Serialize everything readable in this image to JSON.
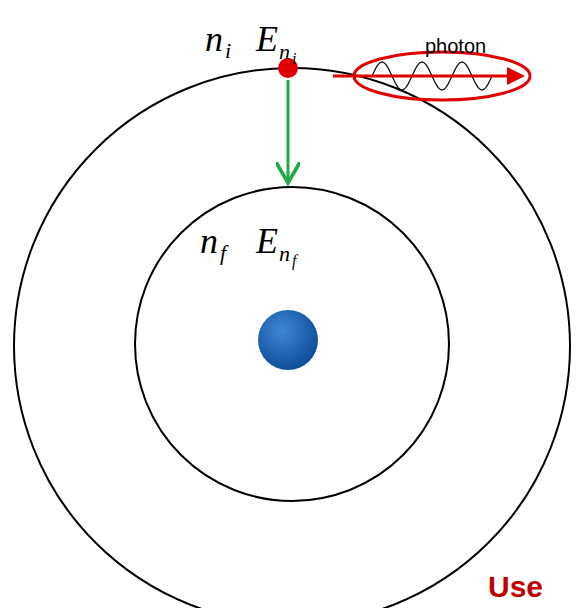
{
  "diagram": {
    "labels": [
      "n",
      "i",
      "E",
      "n",
      "i",
      "photon",
      "n",
      "f",
      "E",
      "n",
      "f",
      "Use"
    ]
  }
}
